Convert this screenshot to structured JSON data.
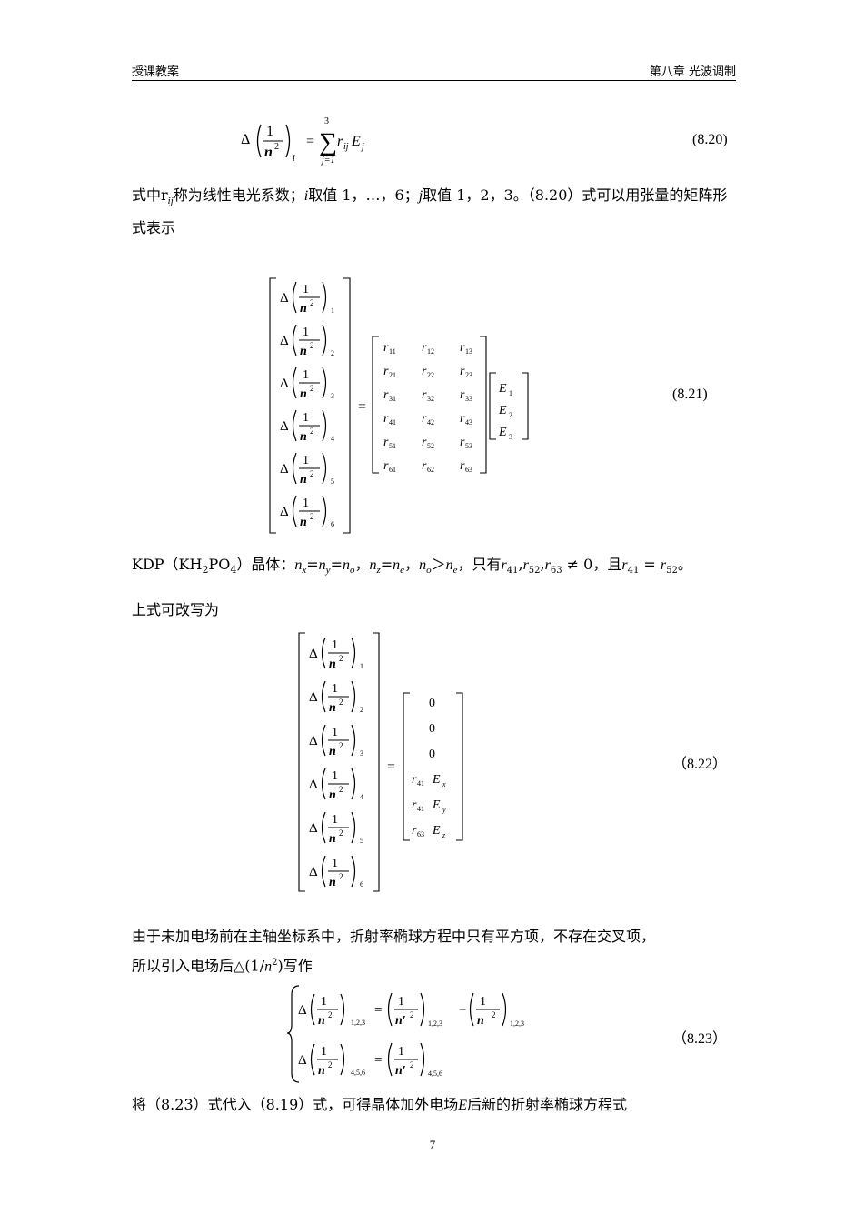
{
  "header": {
    "left": "授课教案",
    "right": "第八章 光波调制"
  },
  "eq820": {
    "number": "(8.20)",
    "delta": "Δ",
    "one": "1",
    "n": "n",
    "two": "2",
    "sub_i": "i",
    "equals": "=",
    "sum_top": "3",
    "sum_bottom": "j=1",
    "term_r": "r",
    "term_ij": "ij",
    "term_E": "E",
    "term_j": "j"
  },
  "para1": {
    "pre": "式中r",
    "sub": "ij",
    "mid1": "称为线性电光系数；",
    "i": "i",
    "mid2": "取值 1，…，6；",
    "j": "j",
    "rest": "取值 1，2，3。（8.20）式可以用张量的矩阵形式表示"
  },
  "eq821": {
    "number": "(8.21)",
    "lhs_subs": [
      "1",
      "2",
      "3",
      "4",
      "5",
      "6"
    ],
    "matrix": [
      [
        "r11",
        "r12",
        "r13"
      ],
      [
        "r21",
        "r22",
        "r23"
      ],
      [
        "r31",
        "r32",
        "r33"
      ],
      [
        "r41",
        "r42",
        "r43"
      ],
      [
        "r51",
        "r52",
        "r53"
      ],
      [
        "r61",
        "r62",
        "r63"
      ]
    ],
    "matrix_r": "r",
    "matrix_subs": [
      [
        "11",
        "12",
        "13"
      ],
      [
        "21",
        "22",
        "23"
      ],
      [
        "31",
        "32",
        "33"
      ],
      [
        "41",
        "42",
        "43"
      ],
      [
        "51",
        "52",
        "53"
      ],
      [
        "61",
        "62",
        "63"
      ]
    ],
    "E_vector": [
      "E",
      "E",
      "E"
    ],
    "E_subs": [
      "1",
      "2",
      "3"
    ]
  },
  "para2": {
    "text_a": "KDP（KH",
    "sub2": "2",
    "text_b": "PO",
    "sub4": "4",
    "text_c": "）晶体：",
    "nx": "n",
    "sx": "x",
    "eq1": "=",
    "ny": "n",
    "sy": "y",
    "eq2": "=",
    "no": "n",
    "so": "o",
    "comma1": "，",
    "nz": "n",
    "sz": "z",
    "eq3": "=",
    "ne": "n",
    "se": "e",
    "comma2": "，",
    "no2": "n",
    "so2": "o",
    "gt": "＞",
    "ne2": "n",
    "se2": "e",
    "text_d": "，只有",
    "r41": "r",
    "s41": "41",
    "c1": ",",
    "r52": "r",
    "s52": "52",
    "c2": ",",
    "r63": "r",
    "s63": "63",
    "neq": " ≠ 0",
    "text_e": "，且",
    "r41b": "r",
    "s41b": "41",
    "eqr": " = ",
    "r52b": "r",
    "s52b": "52",
    "text_f": "。"
  },
  "para3": {
    "text": "上式可改写为"
  },
  "eq822": {
    "number": "（8.22）",
    "lhs_subs": [
      "1",
      "2",
      "3",
      "4",
      "5",
      "6"
    ],
    "rhs": [
      {
        "r": "",
        "rs": "",
        "e": "",
        "es": "",
        "plain": "0"
      },
      {
        "r": "",
        "rs": "",
        "e": "",
        "es": "",
        "plain": "0"
      },
      {
        "r": "",
        "rs": "",
        "e": "",
        "es": "",
        "plain": "0"
      },
      {
        "r": "r",
        "rs": "41",
        "e": "E",
        "es": "x",
        "plain": ""
      },
      {
        "r": "r",
        "rs": "41",
        "e": "E",
        "es": "y",
        "plain": ""
      },
      {
        "r": "r",
        "rs": "63",
        "e": "E",
        "es": "z",
        "plain": ""
      }
    ]
  },
  "para4": {
    "line1": "由于未加电场前在主轴坐标系中，折射率椭球方程中只有平方项，不存在交叉项，",
    "line2a": "所以引入电场后△(1/",
    "n": "n",
    "sup": "2",
    "line2b": ")写作"
  },
  "eq823": {
    "number": "（8.23）",
    "sub123": "1,2,3",
    "sub456": "4,5,6",
    "nprime": "n′",
    "minus": "−"
  },
  "para5": {
    "a": "将（8.23）式代入（8.19）式，可得晶体加外电场",
    "E": "E",
    "b": "后新的折射率椭球方程式"
  },
  "page_number": "7"
}
